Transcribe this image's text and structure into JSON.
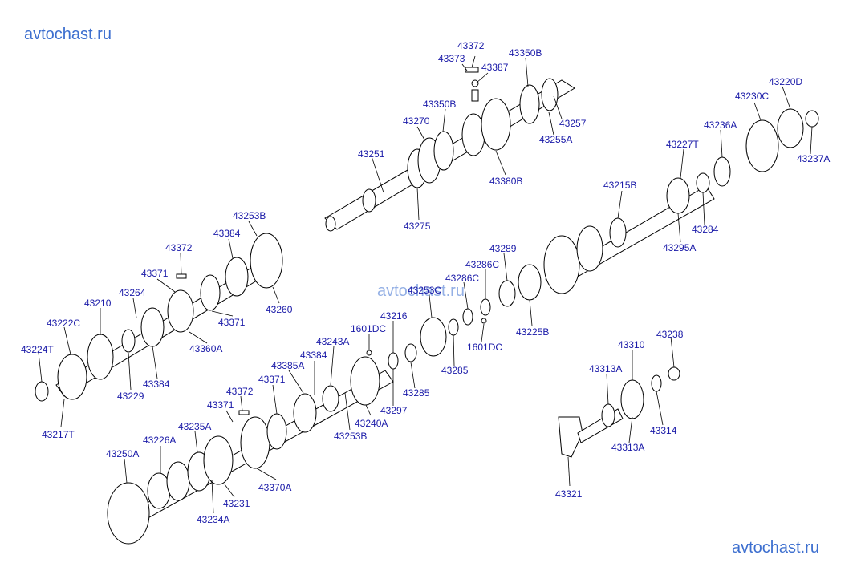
{
  "watermarks": {
    "top_left": "avtochast.ru",
    "bottom_right": "avtochast.ru",
    "middle": "avtochast.ru"
  },
  "labels": {
    "43372a": "43372",
    "43373": "43373",
    "43387": "43387",
    "43350Ba": "43350B",
    "43350Bb": "43350B",
    "43270": "43270",
    "43257": "43257",
    "43255A": "43255A",
    "43251": "43251",
    "43380B": "43380B",
    "43275": "43275",
    "43220D": "43220D",
    "43230C": "43230C",
    "43236A": "43236A",
    "43227T": "43227T",
    "43237A": "43237A",
    "43215B": "43215B",
    "43284": "43284",
    "43295A": "43295A",
    "43289": "43289",
    "43286Ca": "43286C",
    "43286Cb": "43286C",
    "43225B": "43225B",
    "43253Ca": "43253C",
    "43216": "43216",
    "1601DCa": "1601DC",
    "1601DCb": "1601DC",
    "43285a": "43285",
    "43285b": "43285",
    "43297": "43297",
    "43240A": "43240A",
    "43253B": "43253B",
    "43243A": "43243A",
    "43384a": "43384",
    "43385A": "43385A",
    "43371a": "43371",
    "43372b": "43372",
    "43371b": "43371",
    "43235A": "43235A",
    "43226A": "43226A",
    "43250A": "43250A",
    "43231": "43231",
    "43234A": "43234A",
    "43370A": "43370A",
    "43253Bt": "43253B",
    "43384b": "43384",
    "43372c": "43372",
    "43371c": "43371",
    "43264": "43264",
    "43210": "43210",
    "43222C": "43222C",
    "43224T": "43224T",
    "43229": "43229",
    "43384c": "43384",
    "43360A": "43360A",
    "43371d": "43371",
    "43260": "43260",
    "43217T": "43217T",
    "43238": "43238",
    "43310": "43310",
    "43313Aa": "43313A",
    "43314": "43314",
    "43313Ab": "43313A",
    "43321": "43321"
  }
}
